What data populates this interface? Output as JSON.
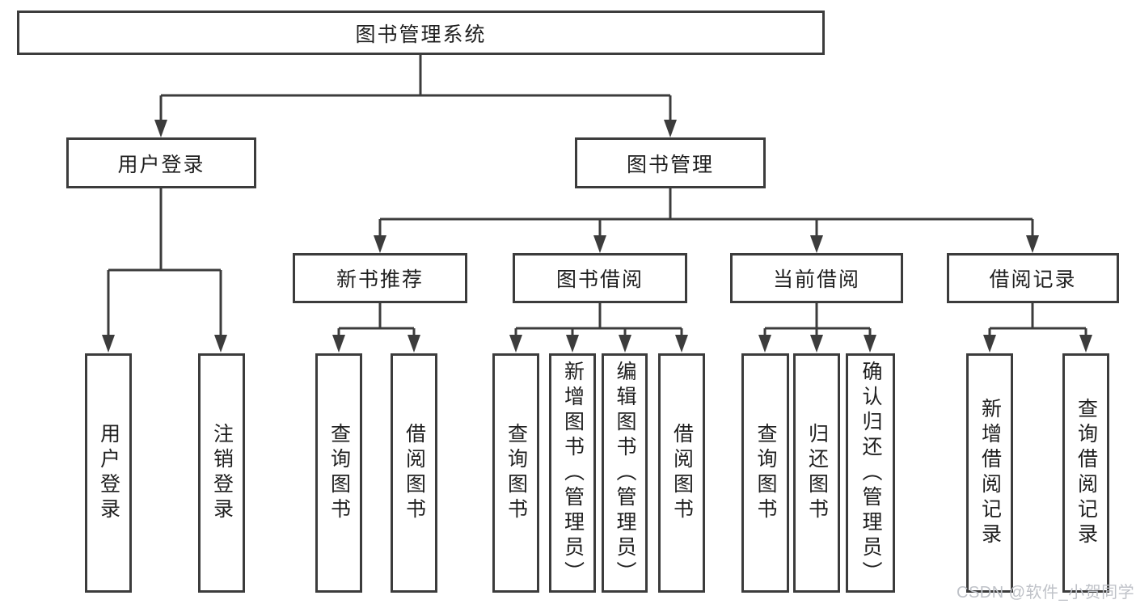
{
  "diagram_title": "图书管理系统",
  "tree": {
    "root": {
      "label": "图书管理系统",
      "children": [
        {
          "label": "用户登录",
          "children": [
            {
              "label": "用户登录"
            },
            {
              "label": "注销登录"
            }
          ]
        },
        {
          "label": "图书管理",
          "children": [
            {
              "label": "新书推荐",
              "children": [
                {
                  "label": "查询图书"
                },
                {
                  "label": "借阅图书"
                }
              ]
            },
            {
              "label": "图书借阅",
              "children": [
                {
                  "label": "查询图书"
                },
                {
                  "label": "新增图书（管理员）"
                },
                {
                  "label": "编辑图书（管理员）"
                },
                {
                  "label": "借阅图书"
                }
              ]
            },
            {
              "label": "当前借阅",
              "children": [
                {
                  "label": "查询图书"
                },
                {
                  "label": "归还图书"
                },
                {
                  "label": "确认归还（管理员）"
                }
              ]
            },
            {
              "label": "借阅记录",
              "children": [
                {
                  "label": "新增借阅记录"
                },
                {
                  "label": "查询借阅记录"
                }
              ]
            }
          ]
        }
      ]
    }
  },
  "watermark": {
    "text": "CSDN @软件_小贺同学",
    "color": "#bfc2c8"
  },
  "colors": {
    "line": "#3c3c3c",
    "box_border": "#3c3c3c",
    "box_fill": "#ffffff",
    "text": "#1f1f1f",
    "background": "#ffffff"
  }
}
